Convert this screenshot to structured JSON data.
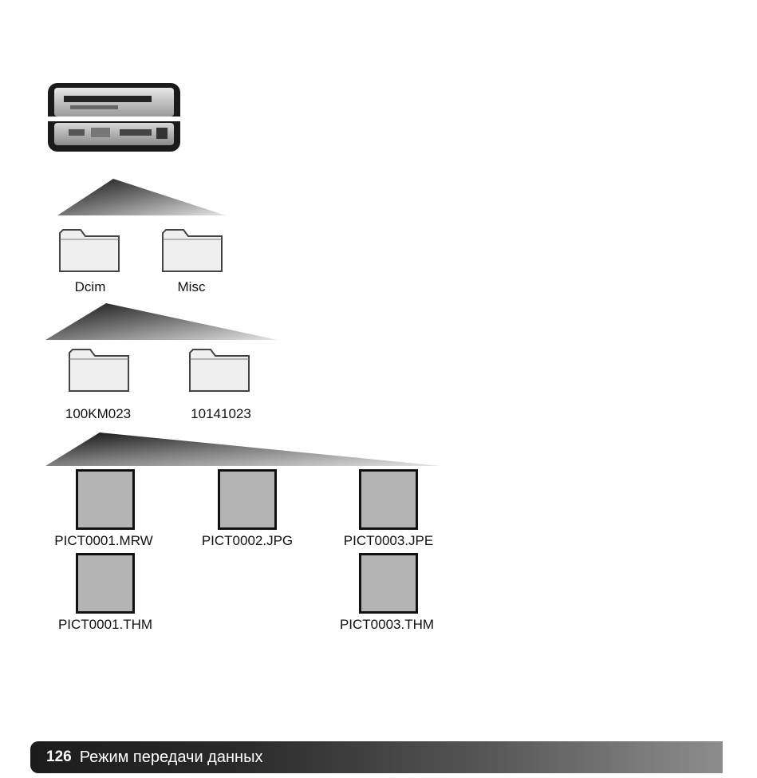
{
  "level1_folders": [
    {
      "label": "Dcim"
    },
    {
      "label": "Misc"
    }
  ],
  "level2_folders": [
    {
      "label": "100KM023"
    },
    {
      "label": "10141023"
    }
  ],
  "files_row1": [
    {
      "label": "PICT0001.MRW"
    },
    {
      "label": "PICT0002.JPG"
    },
    {
      "label": "PICT0003.JPE"
    }
  ],
  "files_row2": [
    {
      "label": "PICT0001.THM"
    },
    {
      "label": "PICT0003.THM"
    }
  ],
  "footer": {
    "page_number": "126",
    "title": "Режим передачи данных"
  },
  "icons": {
    "drive": "card-reader-drive-icon",
    "folder": "folder-icon",
    "file": "image-file-icon"
  }
}
